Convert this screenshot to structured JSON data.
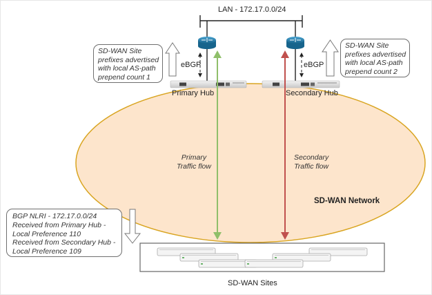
{
  "diagram": {
    "lan_label": "LAN - 172.17.0.0/24",
    "primary_hub_label": "Primary Hub",
    "secondary_hub_label": "Secondary Hub",
    "ebgp_label_primary": "eBGP",
    "ebgp_label_secondary": "eBGP",
    "primary_callout": [
      "SD-WAN Site",
      "prefixes advertised",
      "with local  AS-path",
      "prepend count 1"
    ],
    "secondary_callout": [
      "SD-WAN Site",
      "prefixes advertised",
      "with local AS-path",
      "prepend count 2"
    ],
    "primary_flow_label": [
      "Primary",
      "Traffic flow"
    ],
    "secondary_flow_label": [
      "Secondary",
      "Traffic flow"
    ],
    "network_label": "SD-WAN Network",
    "bgp_callout": [
      "BGP NLRI - 172.17.0.0/24",
      "Received from Primary Hub  -",
      "Local Preference 110",
      "Received from Secondary Hub -",
      "Local Preference 109"
    ],
    "sites_label": "SD-WAN Sites",
    "colors": {
      "network_fill": "#fde5cc",
      "network_stroke": "#d9a521",
      "primary_flow": "#8fbf6a",
      "secondary_flow": "#c0504d",
      "router": "#1f7fae"
    }
  }
}
